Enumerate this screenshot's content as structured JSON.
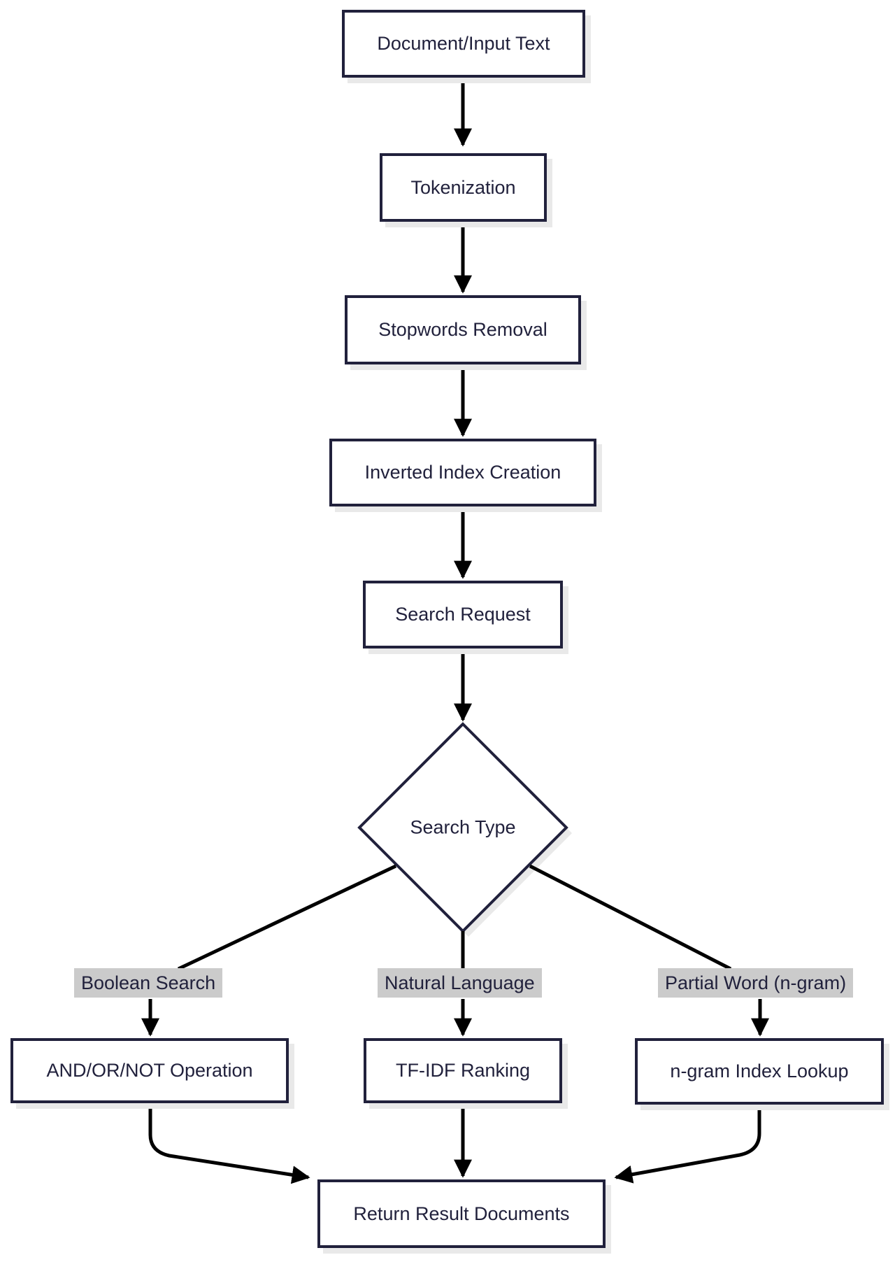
{
  "diagram": {
    "type": "flowchart",
    "direction": "top-down",
    "nodes": {
      "doc_input": {
        "label": "Document/Input Text",
        "shape": "rectangle"
      },
      "tokenization": {
        "label": "Tokenization",
        "shape": "rectangle"
      },
      "stopwords": {
        "label": "Stopwords Removal",
        "shape": "rectangle"
      },
      "inverted_index": {
        "label": "Inverted Index Creation",
        "shape": "rectangle"
      },
      "search_request": {
        "label": "Search Request",
        "shape": "rectangle"
      },
      "search_type": {
        "label": "Search Type",
        "shape": "diamond"
      },
      "and_or_not": {
        "label": "AND/OR/NOT Operation",
        "shape": "rectangle"
      },
      "tfidf": {
        "label": "TF-IDF Ranking",
        "shape": "rectangle"
      },
      "ngram_lookup": {
        "label": "n-gram Index Lookup",
        "shape": "rectangle"
      },
      "return_results": {
        "label": "Return Result Documents",
        "shape": "rectangle"
      }
    },
    "edge_labels": {
      "boolean": {
        "label": "Boolean Search"
      },
      "natural": {
        "label": "Natural Language"
      },
      "partial": {
        "label": "Partial Word (n-gram)"
      }
    },
    "edges": [
      {
        "from": "doc_input",
        "to": "tokenization"
      },
      {
        "from": "tokenization",
        "to": "stopwords"
      },
      {
        "from": "stopwords",
        "to": "inverted_index"
      },
      {
        "from": "inverted_index",
        "to": "search_request"
      },
      {
        "from": "search_request",
        "to": "search_type"
      },
      {
        "from": "search_type",
        "to": "and_or_not",
        "label": "Boolean Search"
      },
      {
        "from": "search_type",
        "to": "tfidf",
        "label": "Natural Language"
      },
      {
        "from": "search_type",
        "to": "ngram_lookup",
        "label": "Partial Word (n-gram)"
      },
      {
        "from": "and_or_not",
        "to": "return_results"
      },
      {
        "from": "tfidf",
        "to": "return_results"
      },
      {
        "from": "ngram_lookup",
        "to": "return_results"
      }
    ],
    "colors": {
      "node_border": "#21213c",
      "node_fill": "#ffffff",
      "text": "#21213c",
      "arrow": "#000000",
      "edge_label_bg": "#cbcbcb",
      "shadow": "#e9e9e9",
      "background": "#ffffff"
    }
  }
}
